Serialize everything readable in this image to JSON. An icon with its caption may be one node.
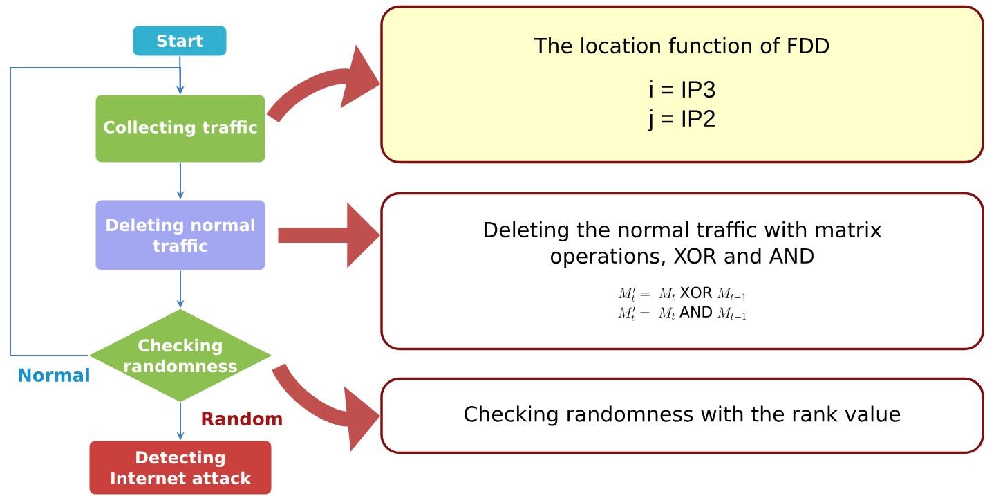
{
  "diagram": {
    "nodes": [
      {
        "text": [
          "Start"
        ]
      },
      {
        "text": [
          "Collecting traffic"
        ]
      },
      {
        "text": [
          "Deleting normal traffic"
        ]
      },
      {
        "text": [
          "Checking randomness"
        ]
      },
      {
        "text": [
          "Detecting Internet attack"
        ]
      },
      {
        "text": [
          "The location function of FDD",
          "i = IP3",
          "j = IP2"
        ]
      },
      {
        "text": [
          "Deleting the normal traffic with matrix operations, XOR and AND",
          "M'_t = \\; M_t \\;\\mathrm{XOR}\\; M_{t-1}",
          "M'_t = \\; M_t \\;\\mathrm{AND}\\; M_{t-1}"
        ]
      },
      {
        "text": [
          "Checking randomness with the rank value"
        ]
      }
    ],
    "edges": [
      {
        "from": 0,
        "to": 1,
        "arrow": "to"
      },
      {
        "from": 1,
        "to": 2,
        "arrow": "to"
      },
      {
        "from": 2,
        "to": 3,
        "arrow": "to"
      },
      {
        "from": 3,
        "to": 4,
        "arrow": "to",
        "label": "Random"
      },
      {
        "from": 3,
        "to": 1,
        "arrow": "to",
        "label": "Normal"
      },
      {
        "from": 1,
        "to": 5,
        "arrow": "to",
        "style": "thick",
        "color": "#c0504d"
      },
      {
        "from": 2,
        "to": 6,
        "arrow": "to",
        "style": "thick",
        "color": "#c0504d"
      },
      {
        "from": 3,
        "to": 7,
        "arrow": "to",
        "style": "thick",
        "color": "#c0504d"
      }
    ]
  }
}
